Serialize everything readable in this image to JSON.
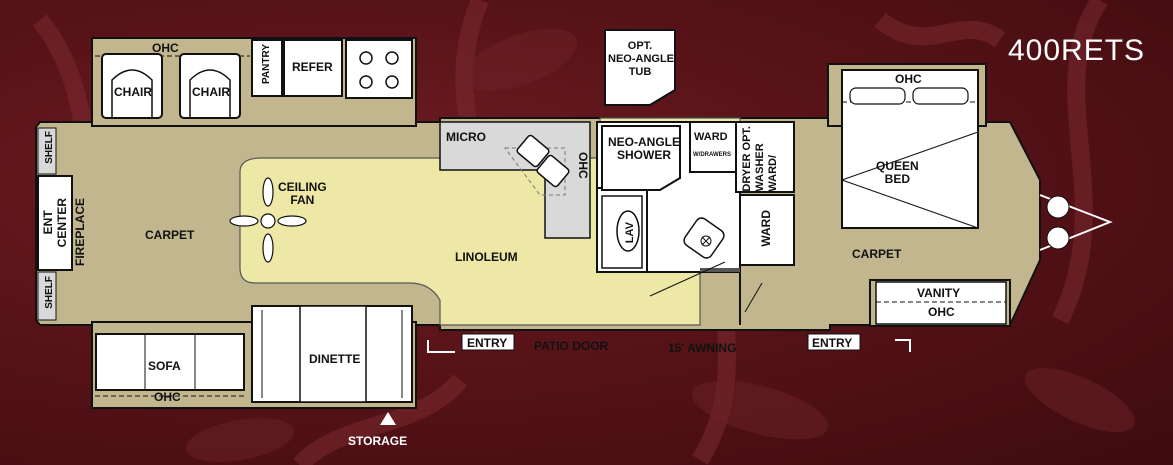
{
  "model_name": "400RETS",
  "labels": {
    "ohc_front": "OHC",
    "chair_1": "CHAIR",
    "chair_2": "CHAIR",
    "pantry": "PANTRY",
    "refer": "REFER",
    "opt_tub": "OPT.\nNEO-ANGLE\nTUB",
    "ohc_bedroom": "OHC",
    "micro": "MICRO",
    "ohc_kitchen": "OHC",
    "neo_angle_shower": "NEO-ANGLE\nSHOWER",
    "ward_drawers": "WARD",
    "ward_drawers_sub": "W/DRAWERS",
    "dryer_washer": "DRYER OPT.\nWASHER\nWARD/",
    "queen_bed": "QUEEN\nBED",
    "shelf_top": "SHELF",
    "shelf_bottom": "SHELF",
    "ent_center": "ENT\nCENTER",
    "fireplace": "FIREPLACE",
    "ceiling_fan": "CEILING\nFAN",
    "carpet_living": "CARPET",
    "linoleum": "LINOLEUM",
    "lav": "LAV",
    "ward": "WARD",
    "carpet_bedroom": "CARPET",
    "vanity": "VANITY",
    "ohc_vanity": "OHC",
    "entry_left": "ENTRY",
    "patio_door": "PATIO DOOR",
    "awning": "15' AWNING",
    "entry_right": "ENTRY",
    "sofa": "SOFA",
    "dinette": "DINETTE",
    "ohc_sofa": "OHC",
    "storage": "STORAGE"
  },
  "colors": {
    "background": "#5a1419",
    "carpet": "#c2b68f",
    "linoleum": "#ede8a6",
    "cabinet": "#ffffff",
    "counter": "#d9d9d9",
    "outline": "#111111"
  }
}
